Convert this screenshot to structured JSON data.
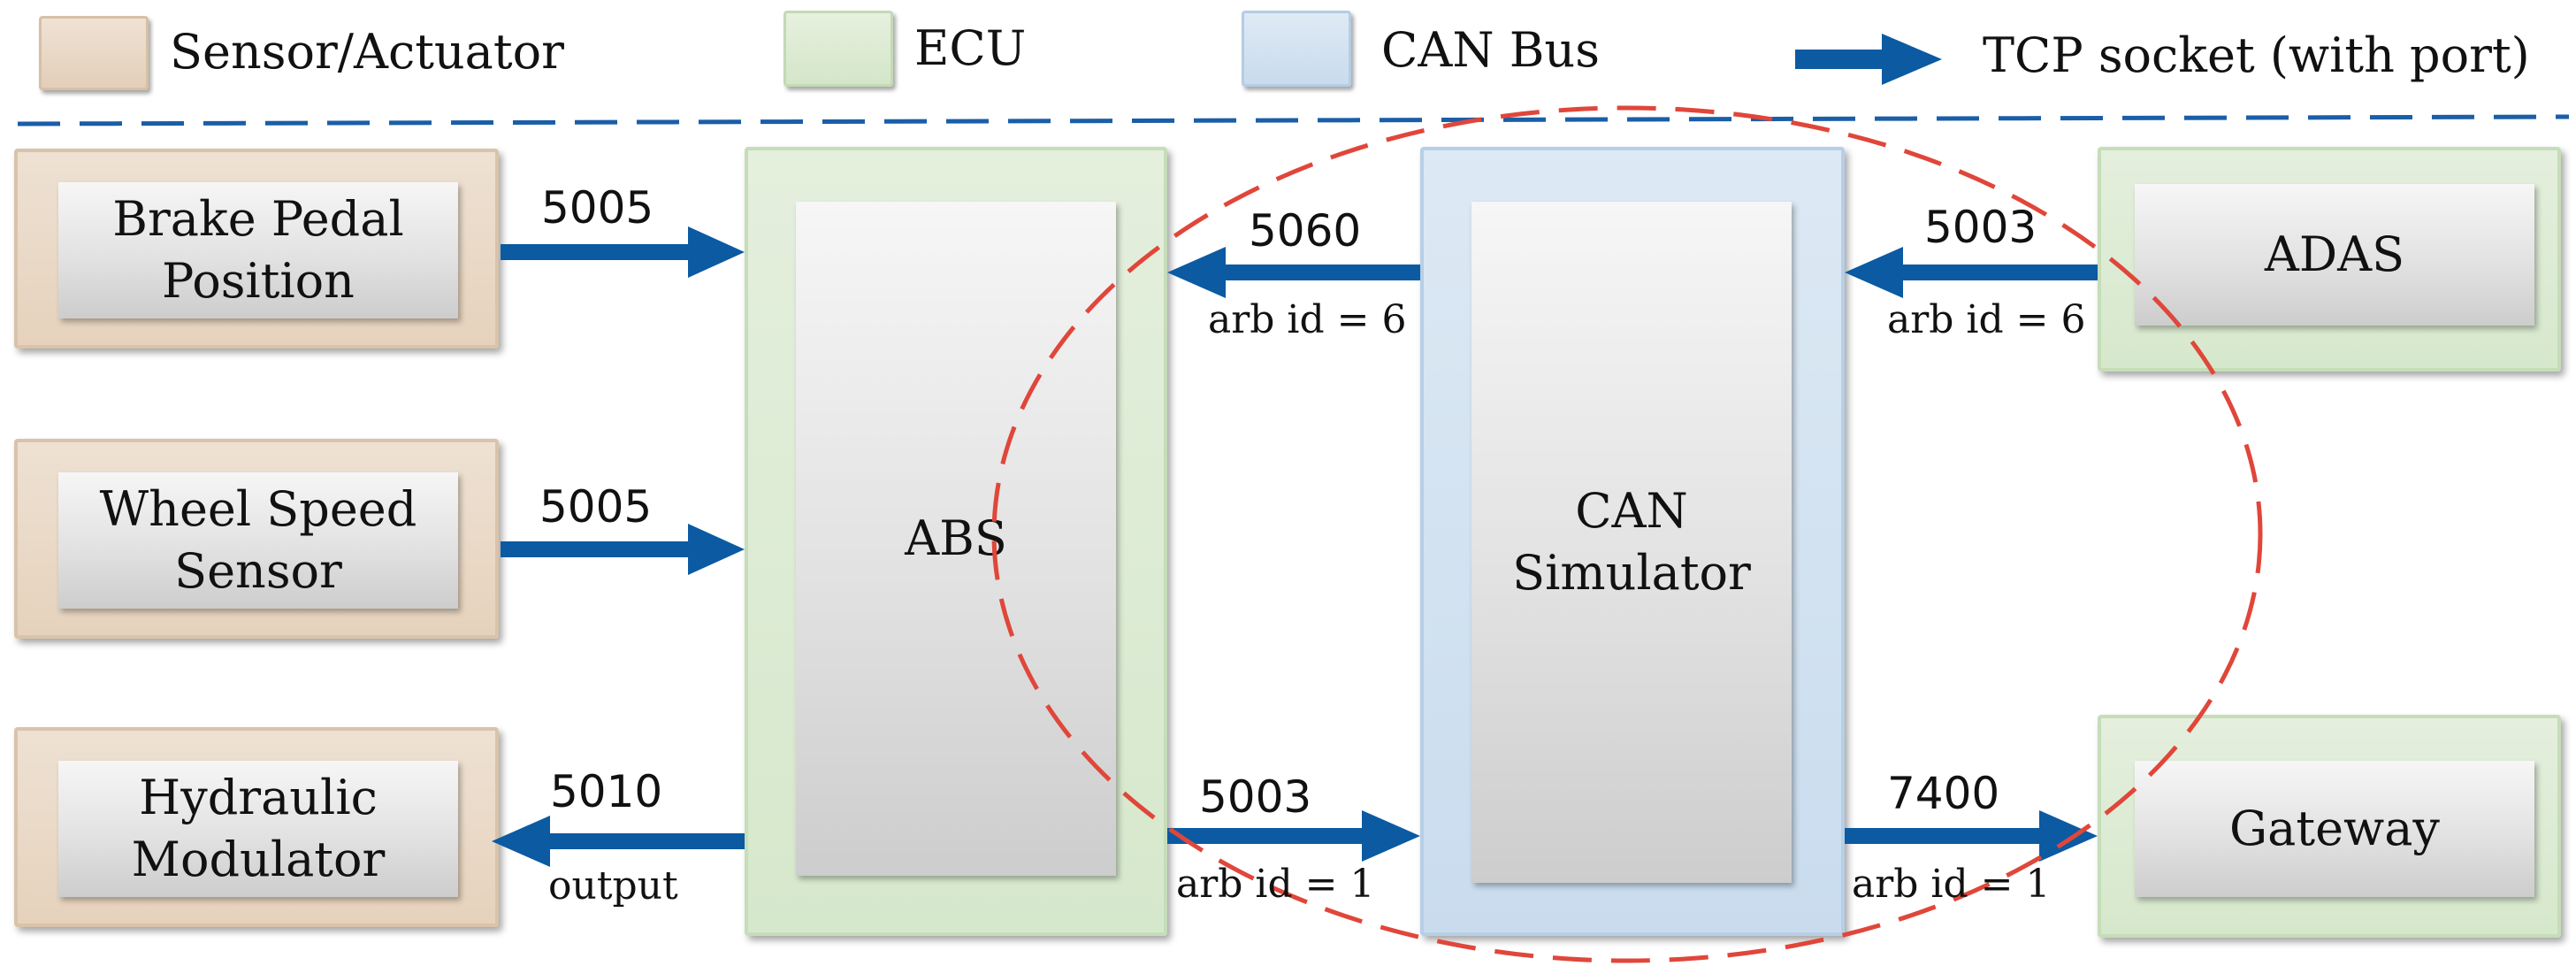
{
  "legend": {
    "sensor": "Sensor/Actuator",
    "ecu": "ECU",
    "can_bus": "CAN Bus",
    "tcp": "TCP socket (with port)"
  },
  "blocks": {
    "brake_pedal": "Brake Pedal\nPosition",
    "wheel_speed": "Wheel Speed\nSensor",
    "hydraulic": "Hydraulic\nModulator",
    "abs": "ABS",
    "can_simulator": "CAN\nSimulator",
    "adas": "ADAS",
    "gateway": "Gateway"
  },
  "connections": {
    "brake_to_abs": {
      "port": "5005"
    },
    "wheel_to_abs": {
      "port": "5005"
    },
    "abs_to_hydraulic": {
      "port": "5010",
      "note": "output"
    },
    "can_to_abs": {
      "port": "5060",
      "note": "arb id = 6"
    },
    "abs_to_can": {
      "port": "5003",
      "note": "arb id = 1"
    },
    "adas_to_can": {
      "port": "5003",
      "note": "arb id = 6"
    },
    "can_to_gateway": {
      "port": "7400",
      "note": "arb id = 1"
    }
  },
  "colors": {
    "arrow": "#0b5aa2",
    "divider": "#1a5ea8",
    "highlight_ellipse": "#e0463a",
    "sensor_fill": "#e6d2bc",
    "ecu_fill": "#d6e8cc",
    "can_fill": "#c9dcee"
  }
}
